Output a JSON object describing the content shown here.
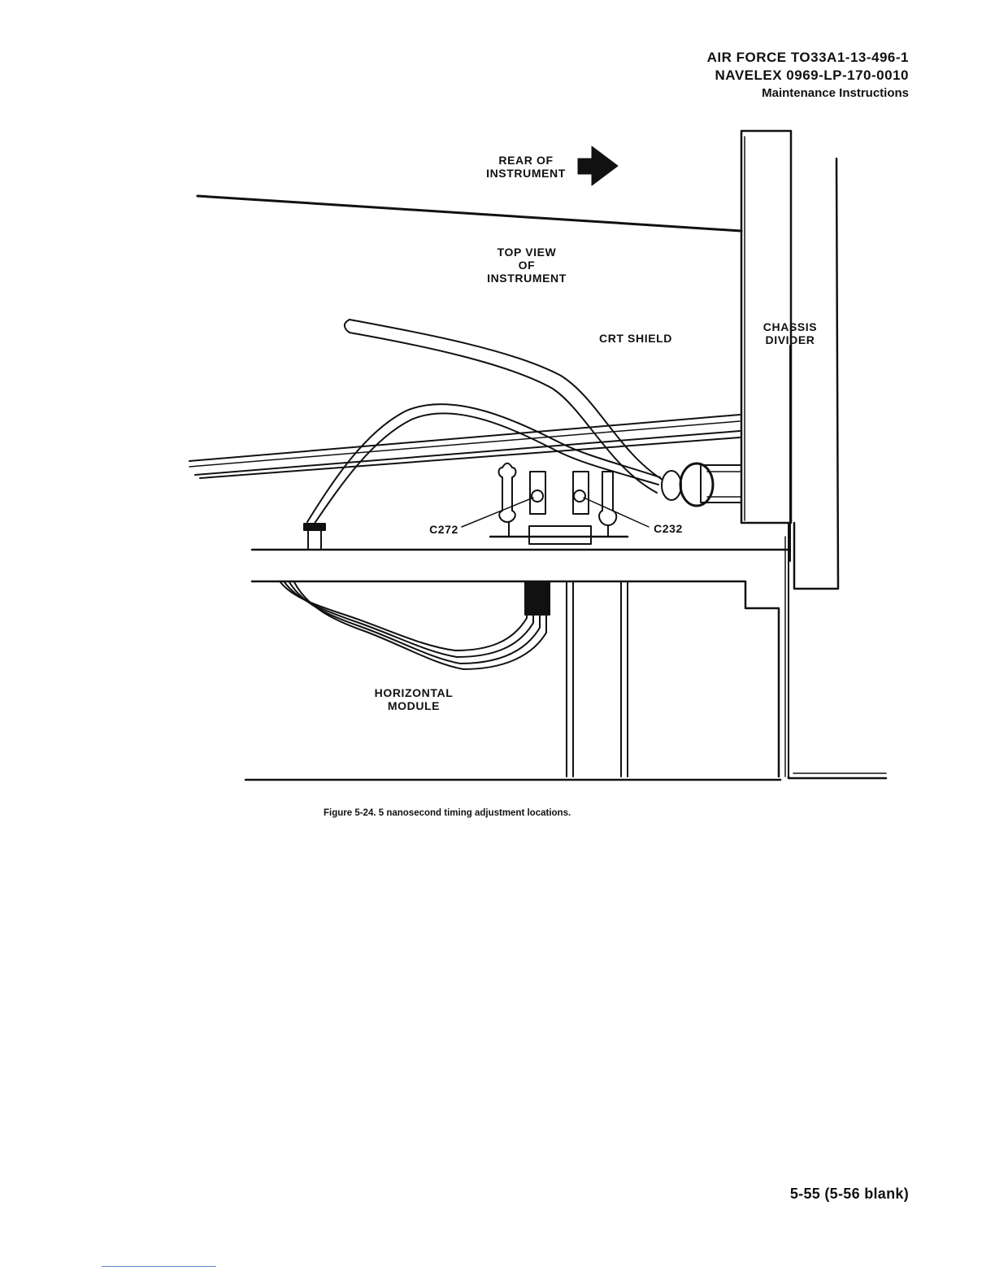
{
  "header": {
    "line1": "AIR FORCE  TO33A1-13-496-1",
    "line2": "NAVELEX  0969-LP-170-0010",
    "line3": "Maintenance Instructions"
  },
  "figure": {
    "labels": {
      "rear_line1": "REAR OF",
      "rear_line2": "INSTRUMENT",
      "top_view_line1": "TOP VIEW",
      "top_view_line2": "OF",
      "top_view_line3": "INSTRUMENT",
      "crt_shield": "CRT SHIELD",
      "chassis_line1": "CHASSIS",
      "chassis_line2": "DIVIDER",
      "c272": "C272",
      "c232": "C232",
      "horizontal_line1": "HORIZONTAL",
      "horizontal_line2": "MODULE"
    },
    "caption": "Figure 5-24. 5 nanosecond timing adjustment locations."
  },
  "footer": {
    "page_number": "5-55 (5-56 blank)"
  }
}
